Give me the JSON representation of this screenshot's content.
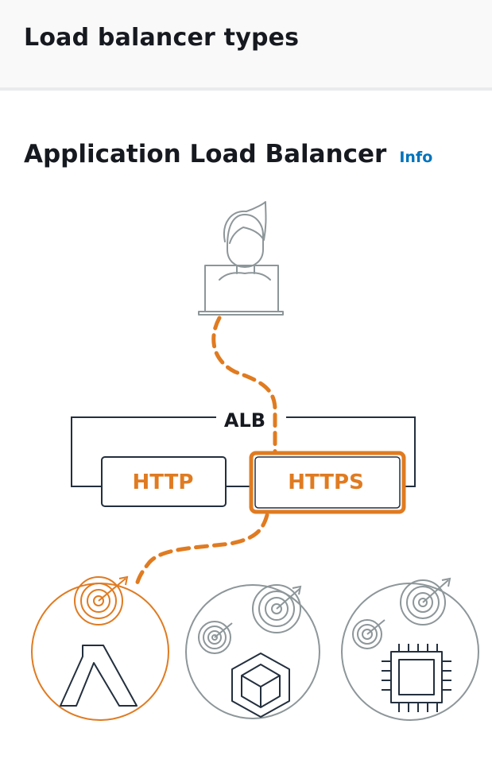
{
  "header": {
    "title": "Load balancer types"
  },
  "section": {
    "title": "Application Load Balancer",
    "info_label": "Info"
  },
  "diagram": {
    "alb_label": "ALB",
    "http_label": "HTTP",
    "https_label": "HTTPS",
    "selected_listener": "HTTPS",
    "targets": [
      "lambda",
      "container",
      "instance"
    ],
    "colors": {
      "accent": "#e07b21",
      "outline": "#232f3e",
      "muted": "#8d9699",
      "header_bg": "#f9f9fa"
    }
  }
}
